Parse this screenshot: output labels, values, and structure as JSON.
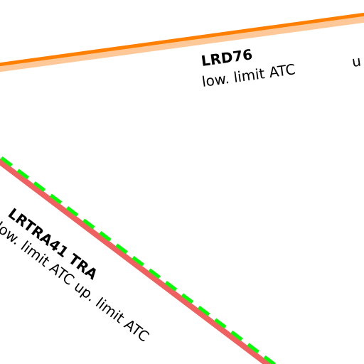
{
  "map": {
    "background": "#ffffff",
    "airspaces": [
      {
        "id": "lrd76",
        "name": "LRD76",
        "lower_limit": "low. limit ATC",
        "upper_limit_fragment": "u",
        "border_color": "#ff8000",
        "halo_color": "#ffc899"
      },
      {
        "id": "lrtra41",
        "name": "LRTRA41 TRA",
        "limits": "low. limit ATC up. limit ATC",
        "border_color": "#f06060",
        "dash_color": "#00ff00"
      }
    ]
  }
}
